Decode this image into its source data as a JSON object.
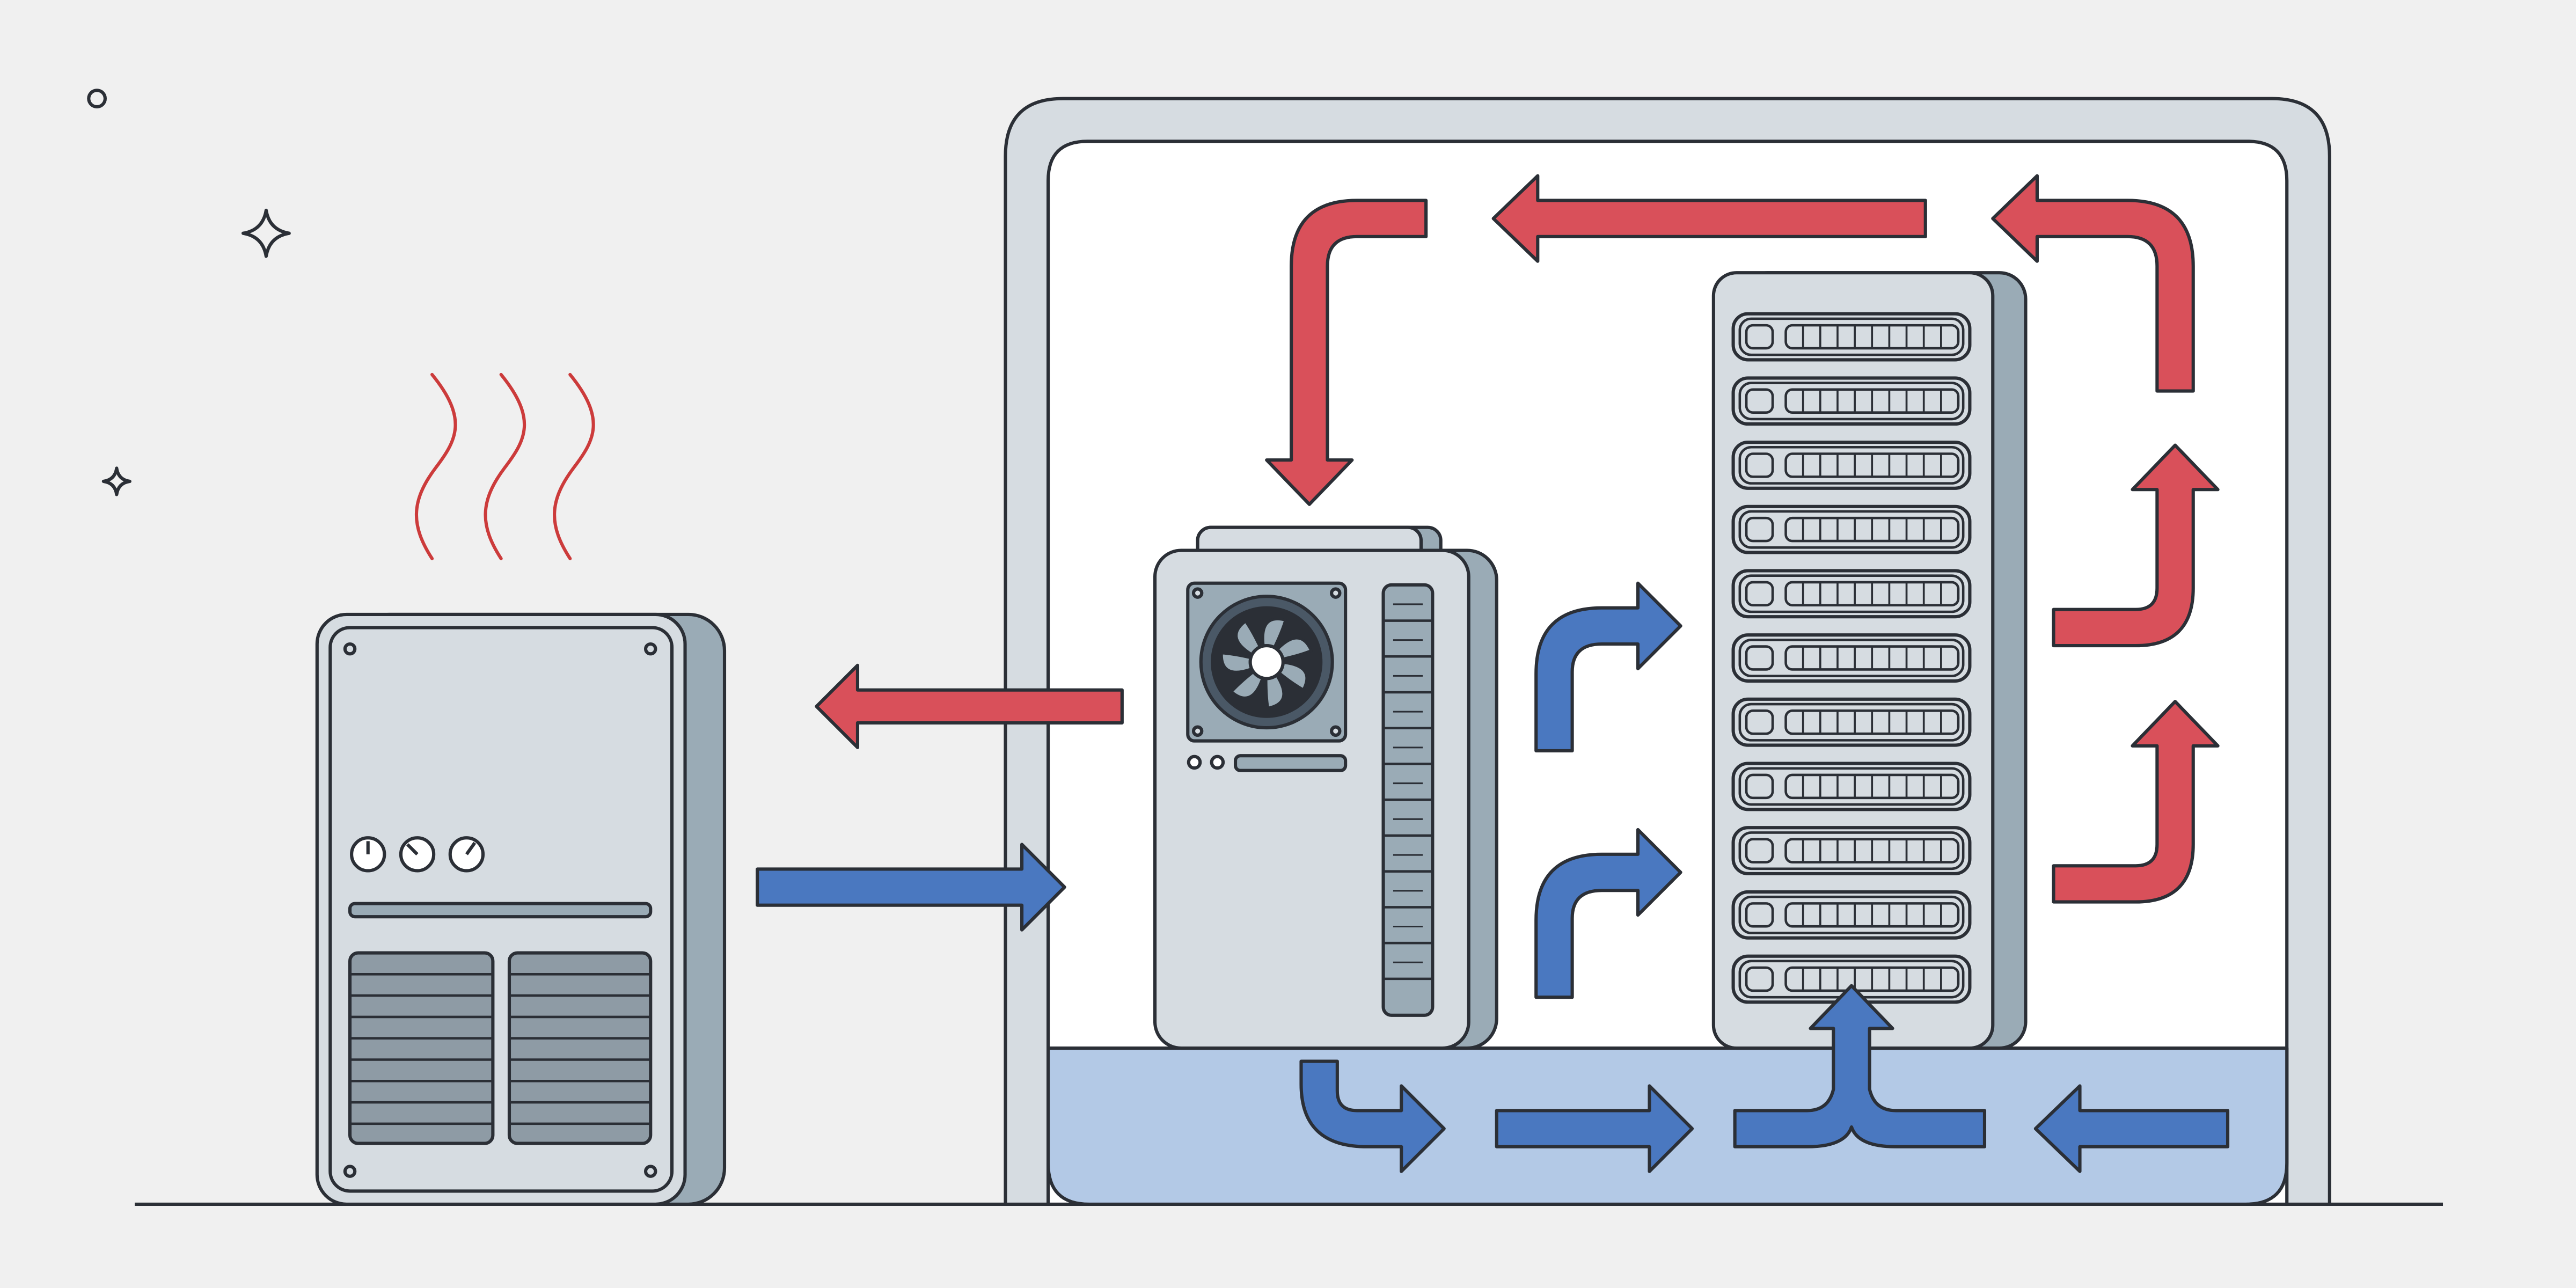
{
  "colors": {
    "background": "#f0f0f0",
    "outline": "#2b2f36",
    "hot_air": "#d9505a",
    "cold_air": "#4a78c0",
    "raised_floor": "#b3c9e6",
    "room_interior": "#ffffff",
    "room_wall": "#d6dce1",
    "equipment_face": "#d6dce1",
    "equipment_side": "#9aabb6",
    "vent_slats": "#8e9ba5",
    "heat_waves": "#cc3b3b"
  },
  "components": {
    "outdoor_unit": "condenser",
    "indoor_unit": "crac-unit",
    "rack": "server-rack"
  },
  "airflow": {
    "hot": "hot-air",
    "cold": "cold-air"
  },
  "icons": {
    "fan": "fan-icon",
    "heat": "heat-waves-icon",
    "sparkle": "sparkle-icon"
  },
  "rack_units": 11
}
